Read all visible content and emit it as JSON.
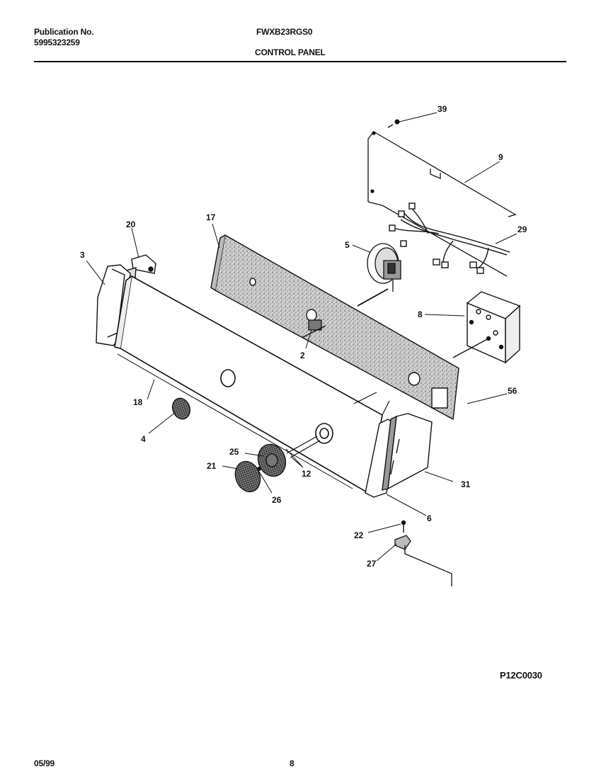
{
  "header": {
    "publication_label": "Publication No.",
    "publication_number": "5995323259",
    "model": "FWXB23RGS0",
    "section_title": "CONTROL PANEL"
  },
  "diagram": {
    "callouts": [
      "39",
      "9",
      "29",
      "17",
      "20",
      "5",
      "3",
      "8",
      "2",
      "56",
      "18",
      "4",
      "25",
      "21",
      "12",
      "31",
      "26",
      "6",
      "22",
      "27"
    ],
    "code": "P12C0030"
  },
  "footer": {
    "date": "05/99",
    "page": "8"
  }
}
